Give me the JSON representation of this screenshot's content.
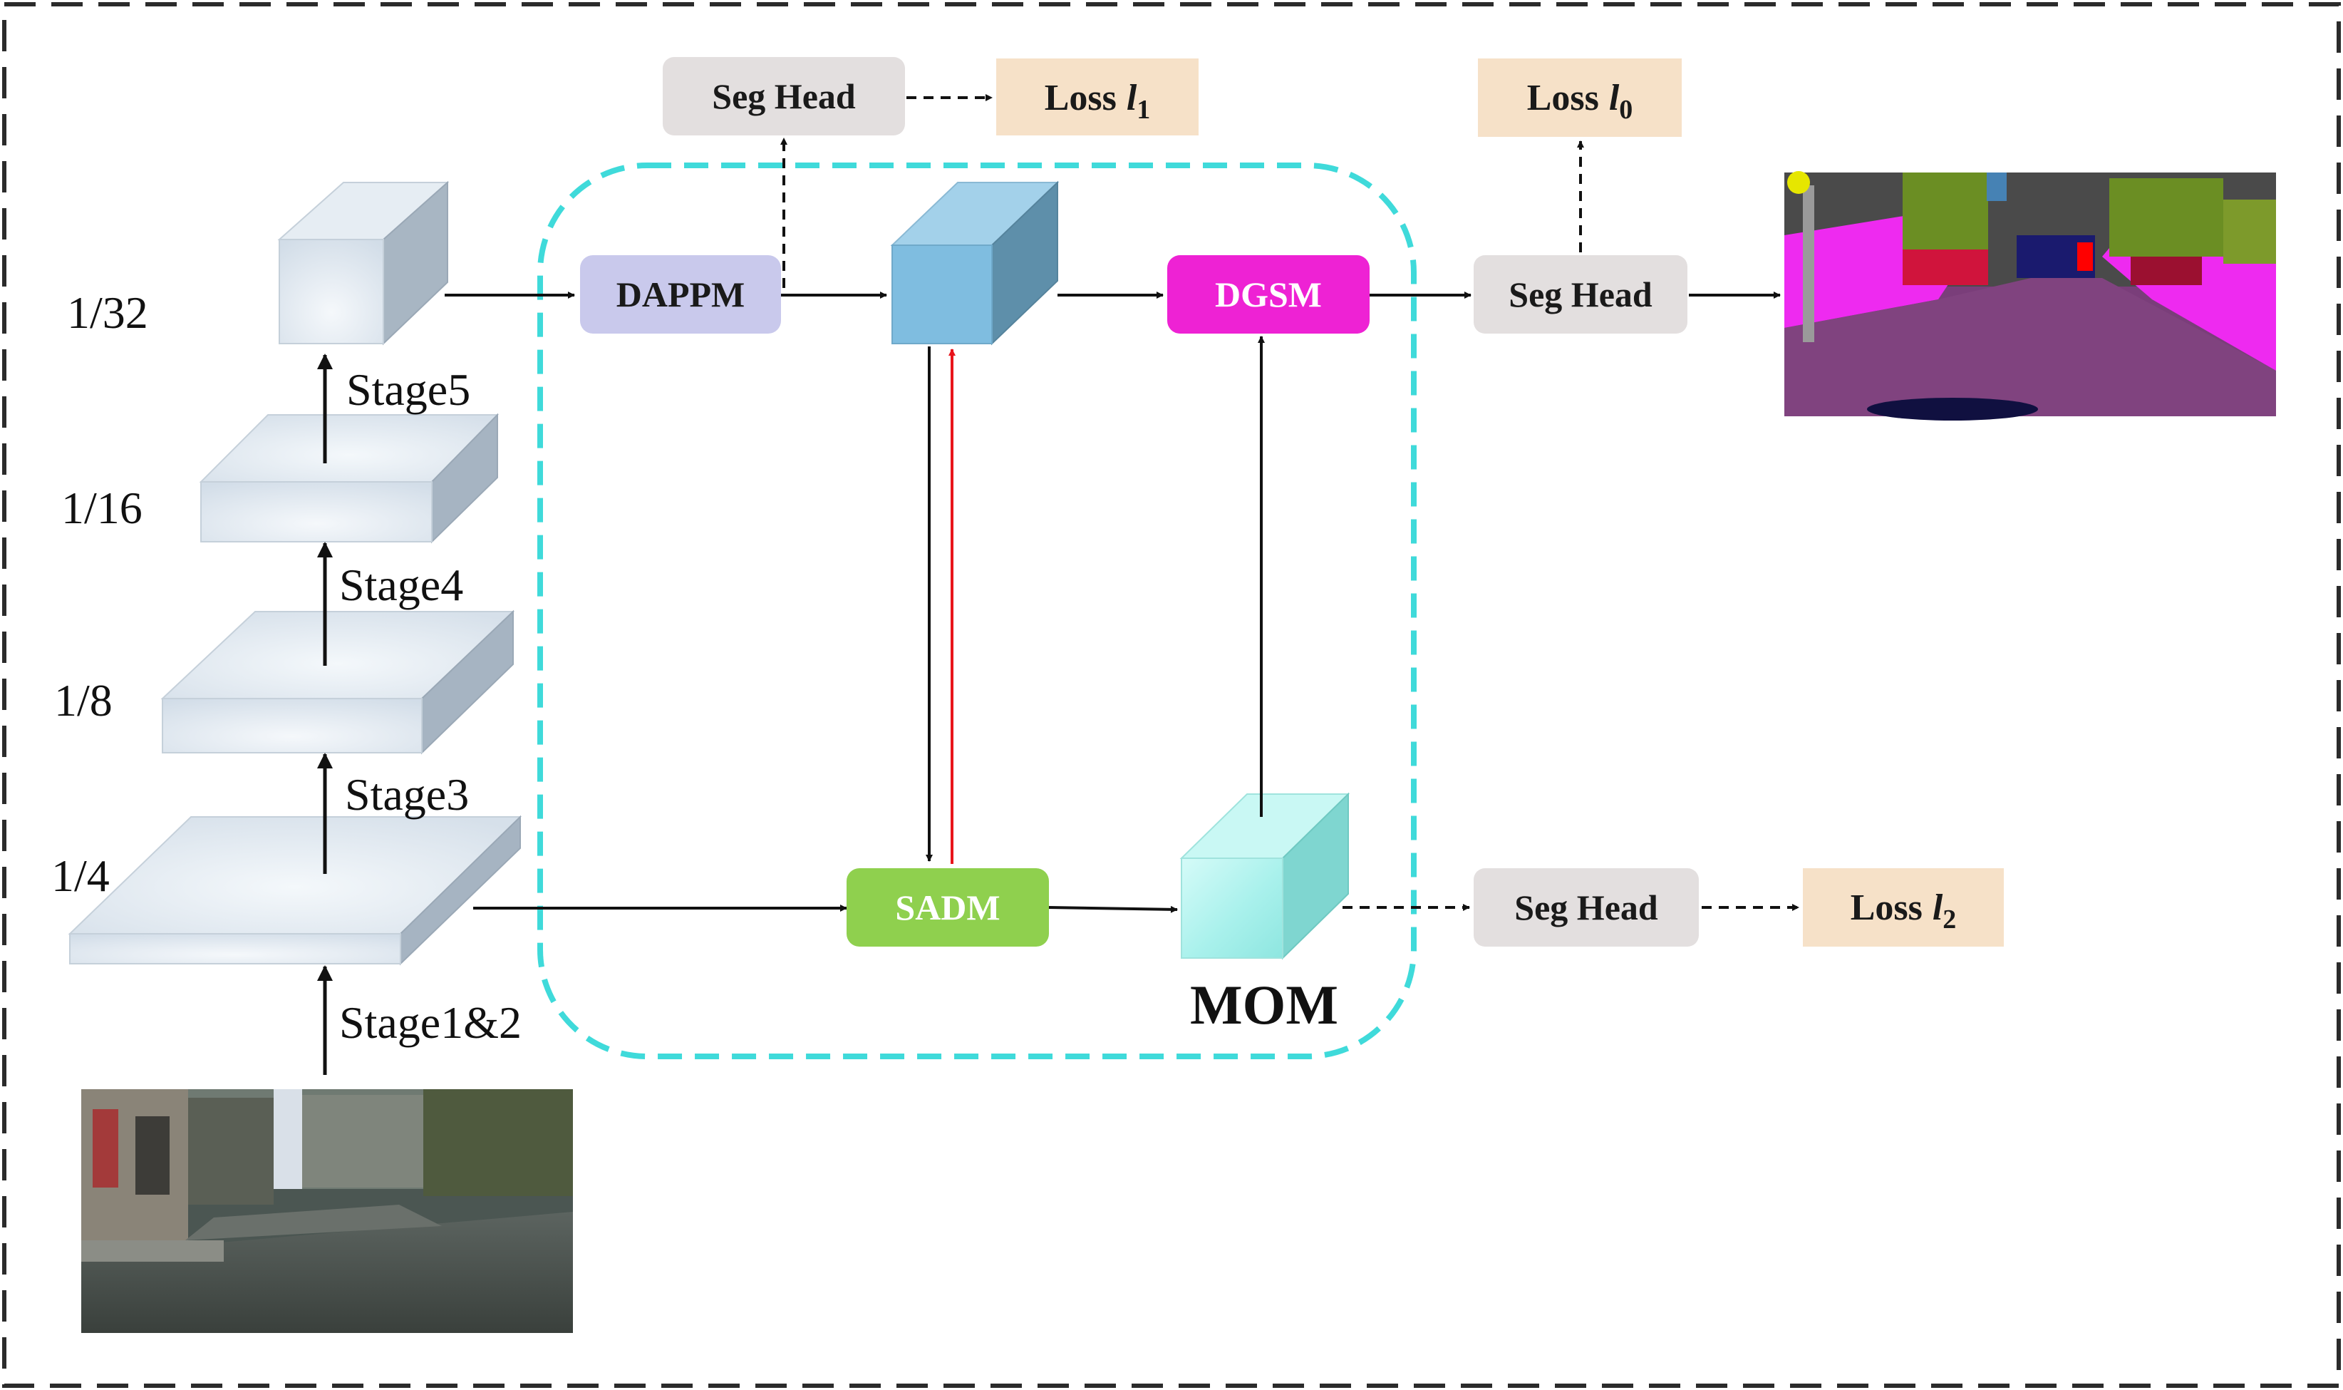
{
  "scales": [
    "1/32",
    "1/16",
    "1/8",
    "1/4"
  ],
  "stages": [
    "Stage5",
    "Stage4",
    "Stage3",
    "Stage1&2"
  ],
  "modules": {
    "dappm": "DAPPM",
    "dgsm": "DGSM",
    "sadm": "SADM",
    "mom": "MOM"
  },
  "seg_heads": {
    "top": "Seg Head",
    "main": "Seg Head",
    "bottom": "Seg Head"
  },
  "losses": {
    "l1": {
      "word": "Loss",
      "var": "l",
      "sub": "1"
    },
    "l0": {
      "word": "Loss",
      "var": "l",
      "sub": "0"
    },
    "l2": {
      "word": "Loss",
      "var": "l",
      "sub": "2"
    }
  },
  "colors": {
    "dappm": "#c9c9ec",
    "dgsm": "#ee22d4",
    "sadm": "#8fd04e",
    "seg_head": "#e3dfdf",
    "loss": "#f6e1c8",
    "mom_border": "#3fdada",
    "feedback_arrow": "#e8141b",
    "feature_cube": "#7fbde0",
    "mom_cube": "#aef0ec"
  }
}
